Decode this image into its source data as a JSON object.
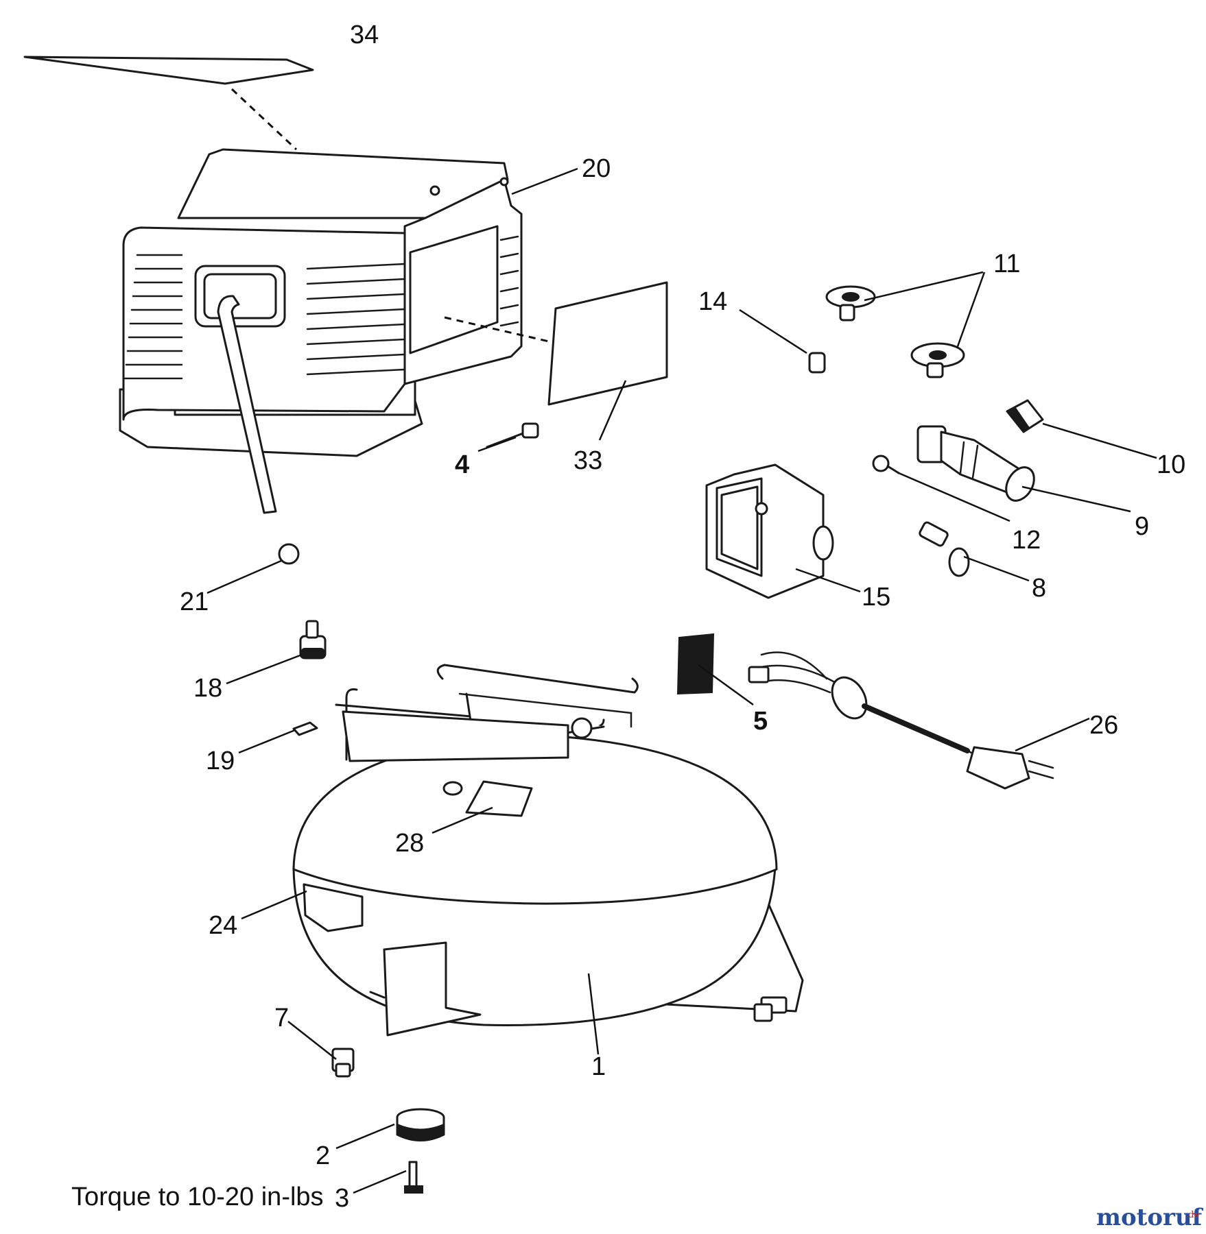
{
  "callouts": {
    "c34": "34",
    "c20": "20",
    "c11": "11",
    "c14": "14",
    "c33": "33",
    "c4": "4",
    "c10": "10",
    "c9": "9",
    "c12": "12",
    "c8": "8",
    "c15": "15",
    "c21": "21",
    "c18": "18",
    "c5": "5",
    "c26": "26",
    "c19": "19",
    "c28": "28",
    "c24": "24",
    "c1": "1",
    "c7": "7",
    "c2": "2",
    "c3": "3"
  },
  "note": "Torque to 10-20 in-lbs",
  "watermark": {
    "main": "motoruf",
    "suffix": ".de"
  },
  "colors": {
    "line": "#1a1a1a",
    "background": "#ffffff",
    "watermark_blue": "#2a4f9a",
    "watermark_green": "#3f8f3a",
    "watermark_red": "#c03030"
  }
}
